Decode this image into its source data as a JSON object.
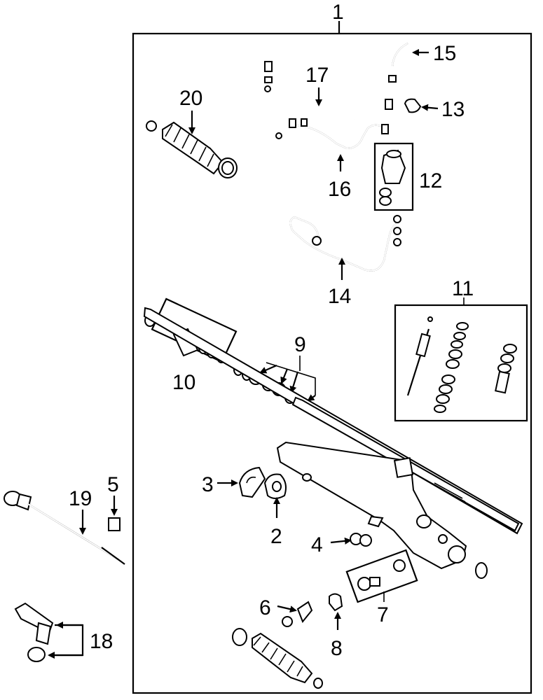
{
  "diagram": {
    "labels": {
      "l1": "1",
      "l2": "2",
      "l3": "3",
      "l4": "4",
      "l5": "5",
      "l6": "6",
      "l7": "7",
      "l8": "8",
      "l9": "9",
      "l10": "10",
      "l11": "11",
      "l12": "12",
      "l13": "13",
      "l14": "14",
      "l15": "15",
      "l16": "16",
      "l17": "17",
      "l18": "18",
      "l19": "19",
      "l20": "20"
    }
  }
}
